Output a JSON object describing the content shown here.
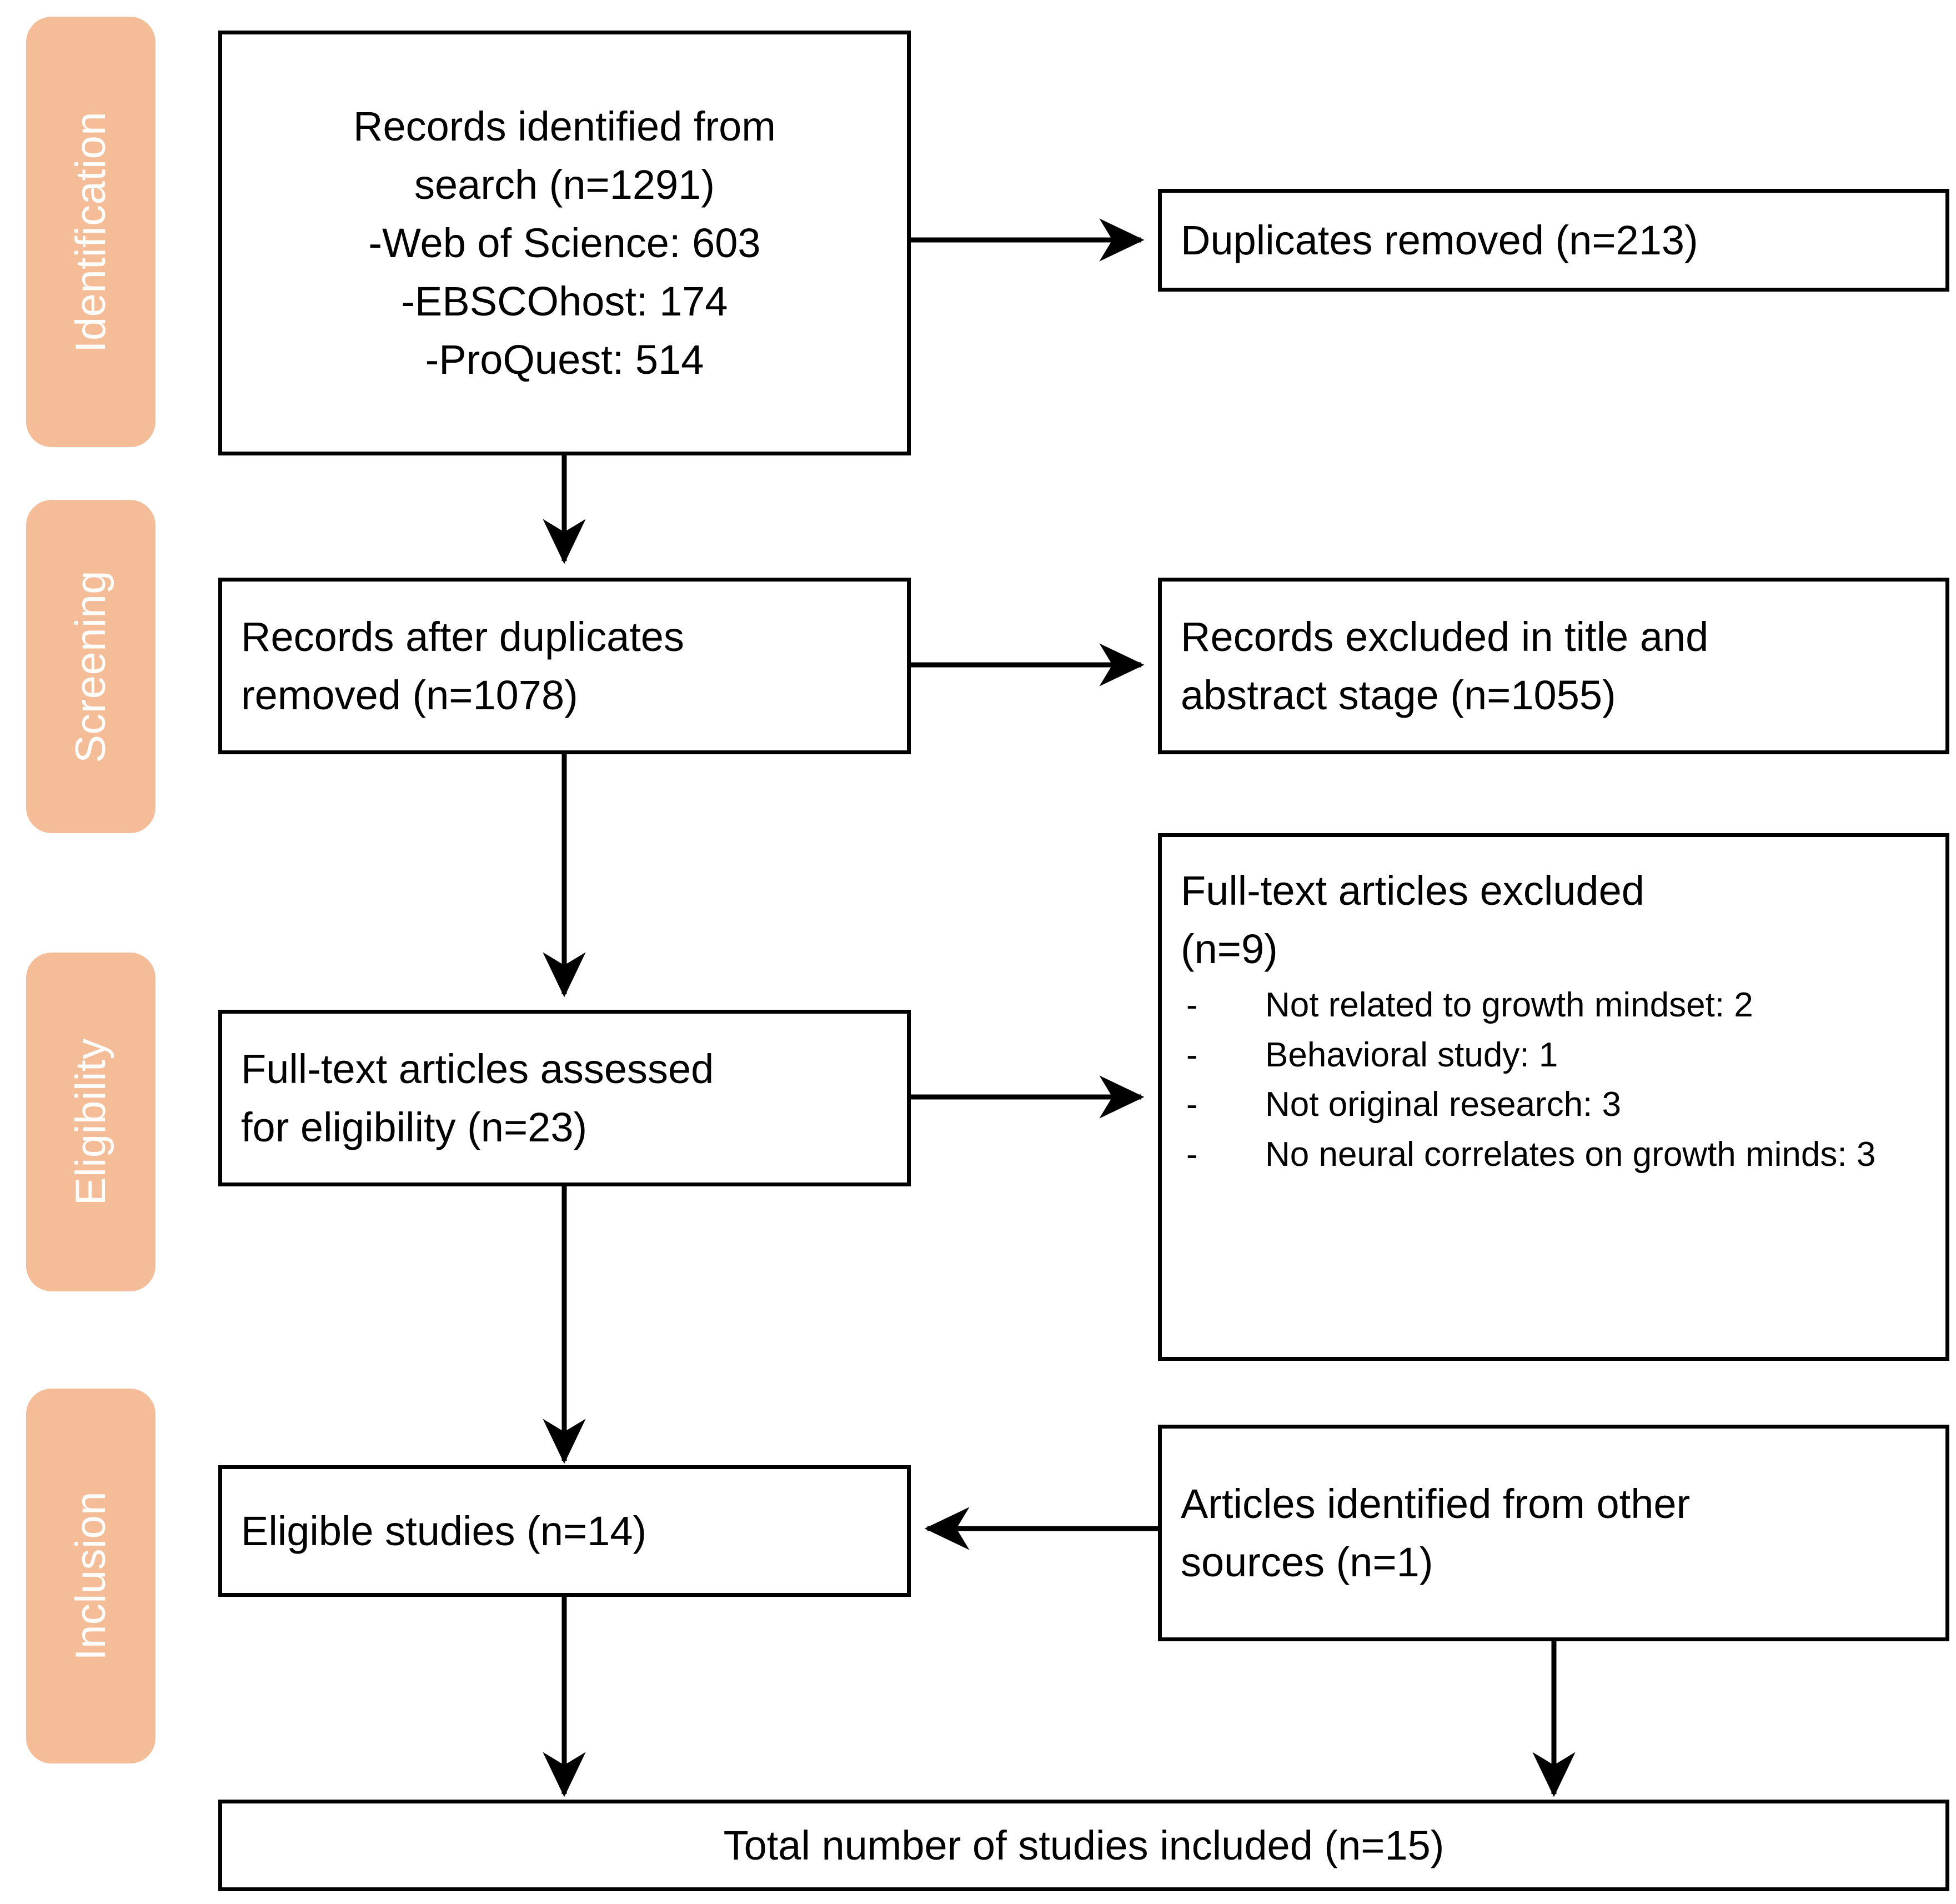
{
  "figure": {
    "type": "prisma-flow-diagram",
    "accent_color": "#F4BD98",
    "line_color": "#000000",
    "label_color": "#FFFFFF"
  },
  "stages": [
    {
      "id": "identification",
      "label": "Identification"
    },
    {
      "id": "screening",
      "label": "Screening"
    },
    {
      "id": "eligibility",
      "label": "Eligibility"
    },
    {
      "id": "inclusion",
      "label": "Inclusion"
    }
  ],
  "boxes": {
    "records_identified": {
      "text": "Records identified from\nsearch (n=1291)\n-Web of Science: 603\n-EBSCOhost: 174\n-ProQuest: 514"
    },
    "duplicates_removed": {
      "text": "Duplicates removed (n=213)"
    },
    "records_after_duplicates": {
      "text": "Records after duplicates\nremoved (n=1078)"
    },
    "records_excluded_title_abstract": {
      "text": "Records excluded in title and\nabstract stage (n=1055)"
    },
    "fulltext_assessed": {
      "text": "Full-text articles assessed\nfor eligibility (n=23)"
    },
    "fulltext_excluded": {
      "heading": "Full-text articles excluded\n(n=9)",
      "bullet": "-",
      "reasons": [
        "Not related to growth mindset: 2",
        "Behavioral study: 1",
        "Not original research: 3",
        "No neural correlates on growth minds: 3"
      ]
    },
    "eligible_studies": {
      "text": "Eligible studies (n=14)"
    },
    "articles_other_sources": {
      "text": "Articles identified from other\nsources (n=1)"
    },
    "total_included": {
      "text": "Total number of studies included (n=15)"
    }
  },
  "chart_data": {
    "type": "diagram",
    "title": "PRISMA flow diagram",
    "nodes": [
      {
        "id": "records_identified",
        "stage": "Identification",
        "n": 1291
      },
      {
        "id": "duplicates_removed",
        "stage": "Identification",
        "n": 213
      },
      {
        "id": "records_after_duplicates",
        "stage": "Screening",
        "n": 1078
      },
      {
        "id": "records_excluded_title_abstract",
        "stage": "Screening",
        "n": 1055
      },
      {
        "id": "fulltext_assessed",
        "stage": "Eligibility",
        "n": 23
      },
      {
        "id": "fulltext_excluded",
        "stage": "Eligibility",
        "n": 9
      },
      {
        "id": "eligible_studies",
        "stage": "Inclusion",
        "n": 14
      },
      {
        "id": "articles_other_sources",
        "stage": "Inclusion",
        "n": 1
      },
      {
        "id": "total_included",
        "stage": "Inclusion",
        "n": 15
      }
    ],
    "sources": [
      {
        "name": "Web of Science",
        "value": 603
      },
      {
        "name": "EBSCOhost",
        "value": 174
      },
      {
        "name": "ProQuest",
        "value": 514
      }
    ],
    "exclusion_reasons": [
      {
        "reason": "Not related to growth mindset",
        "value": 2
      },
      {
        "reason": "Behavioral study",
        "value": 1
      },
      {
        "reason": "Not original research",
        "value": 3
      },
      {
        "reason": "No neural correlates on growth minds",
        "value": 3
      }
    ],
    "edges": [
      {
        "from": "records_identified",
        "to": "duplicates_removed"
      },
      {
        "from": "records_identified",
        "to": "records_after_duplicates"
      },
      {
        "from": "records_after_duplicates",
        "to": "records_excluded_title_abstract"
      },
      {
        "from": "records_after_duplicates",
        "to": "fulltext_assessed"
      },
      {
        "from": "fulltext_assessed",
        "to": "fulltext_excluded"
      },
      {
        "from": "fulltext_assessed",
        "to": "eligible_studies"
      },
      {
        "from": "articles_other_sources",
        "to": "eligible_studies"
      },
      {
        "from": "eligible_studies",
        "to": "total_included"
      },
      {
        "from": "articles_other_sources",
        "to": "total_included"
      }
    ]
  }
}
